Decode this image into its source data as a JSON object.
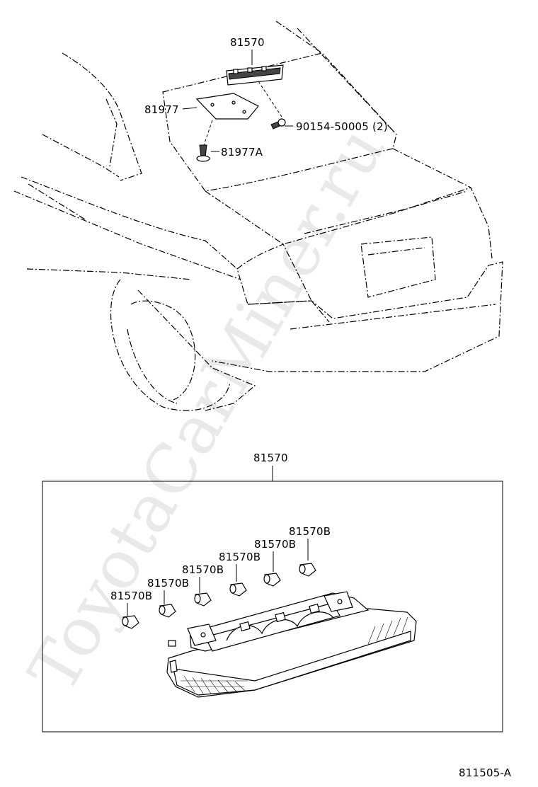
{
  "watermark": "ToyotaCarMiner.ru",
  "top_view": {
    "labels": {
      "lamp_assembly": "81570",
      "cover": "81977",
      "clip": "81977A",
      "screw": "90154-50005 (2)"
    }
  },
  "detail_view": {
    "title": "81570",
    "bulb_label": "81570B",
    "bulbs": [
      {
        "label": "81570B"
      },
      {
        "label": "81570B"
      },
      {
        "label": "81570B"
      },
      {
        "label": "81570B"
      },
      {
        "label": "81570B"
      },
      {
        "label": "81570B"
      }
    ]
  },
  "figure_code": "811505-A"
}
